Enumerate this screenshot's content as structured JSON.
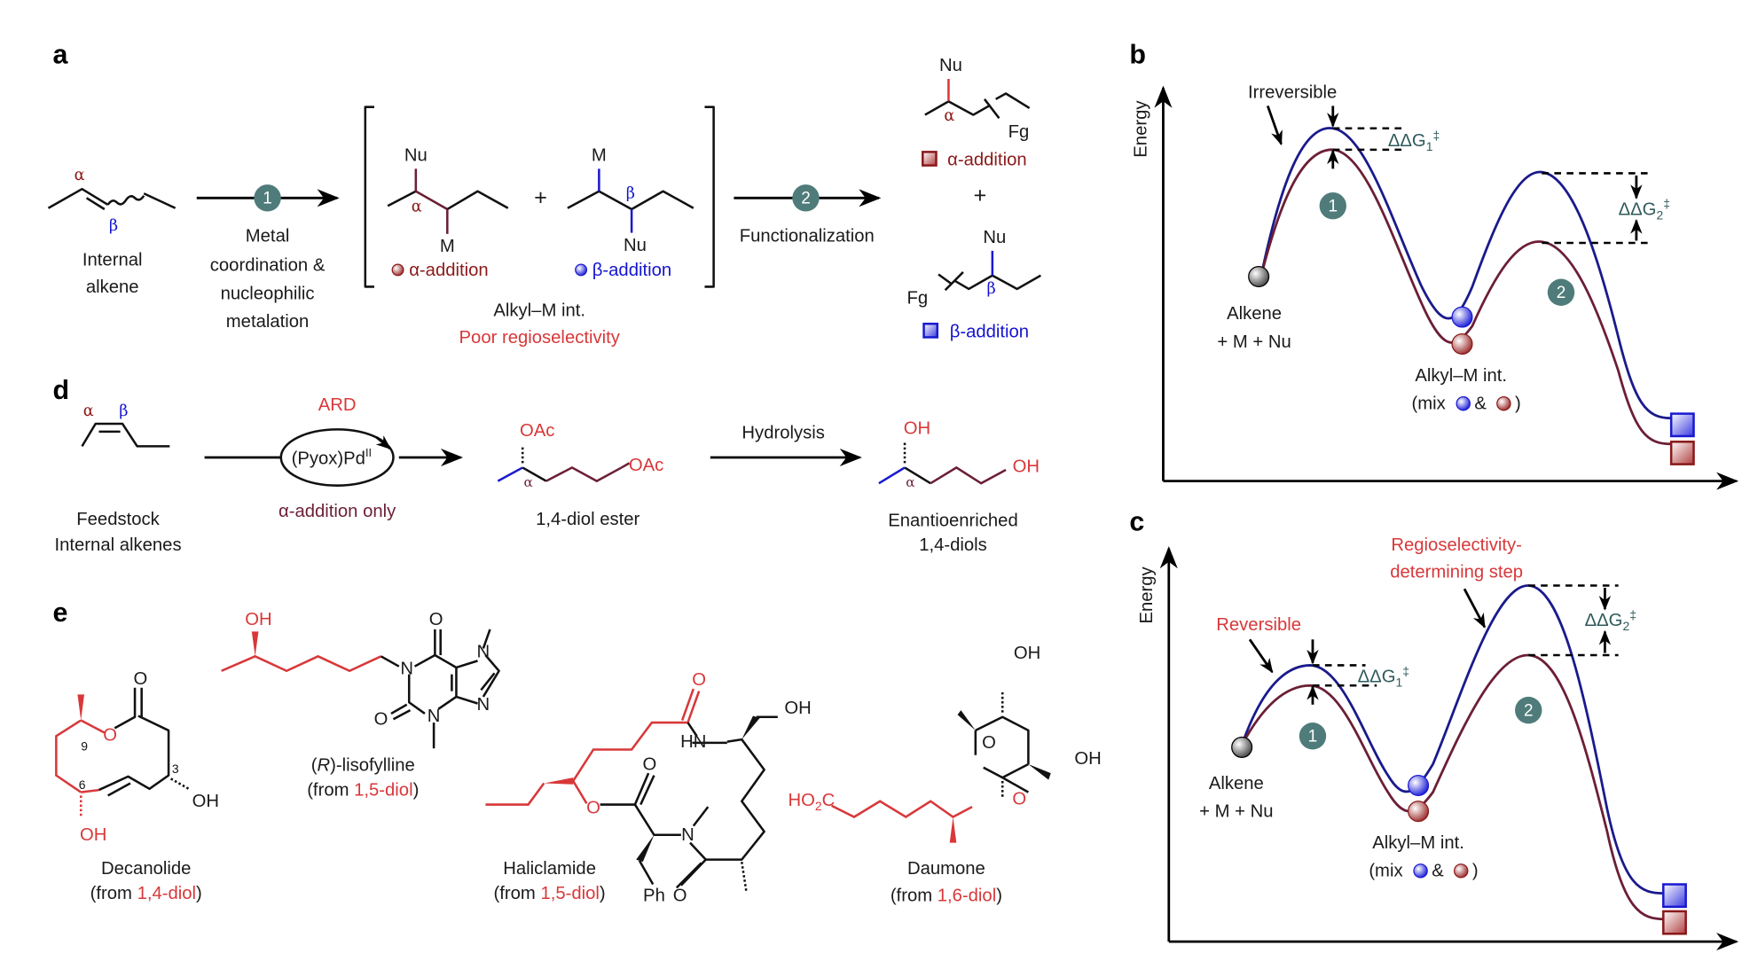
{
  "panels": {
    "a": {
      "label": "a",
      "alpha": "α",
      "beta": "β",
      "start_label_1": "Internal",
      "start_label_2": "alkene",
      "step1_num": "1",
      "step1_label": [
        "Metal",
        "coordination &",
        "nucleophilic",
        "metalation"
      ],
      "nu": "Nu",
      "m": "M",
      "plus": "+",
      "alpha_addition": "α-addition",
      "beta_addition": "β-addition",
      "intermediate_label": "Alkyl–M int.",
      "poor_selectivity": "Poor regioselectivity",
      "step2_num": "2",
      "step2_label": "Functionalization",
      "fg": "Fg"
    },
    "b": {
      "label": "b",
      "y_axis": "Energy",
      "irreversible": "Irreversible",
      "ddg1": "ΔΔG",
      "ddg1_sub": "1",
      "ddg2": "ΔΔG",
      "ddg2_sub": "2",
      "dagger": "‡",
      "step1_num": "1",
      "step2_num": "2",
      "start_1": "Alkene",
      "start_2": "+ M + Nu",
      "int_1": "Alkyl–M int.",
      "int_2_pre": "(mix",
      "int_2_amp": "&",
      "int_2_post": ")"
    },
    "c": {
      "label": "c",
      "y_axis": "Energy",
      "reversible": "Reversible",
      "rds_1": "Regioselectivity-",
      "rds_2": "determining step",
      "ddg1": "ΔΔG",
      "ddg1_sub": "1",
      "ddg2": "ΔΔG",
      "ddg2_sub": "2",
      "dagger": "‡",
      "step1_num": "1",
      "step2_num": "2",
      "start_1": "Alkene",
      "start_2": "+ M + Nu",
      "int_1": "Alkyl–M int.",
      "int_2_pre": "(mix",
      "int_2_amp": "&",
      "int_2_post": ")"
    },
    "d": {
      "label": "d",
      "alpha": "α",
      "beta": "β",
      "feedstock_1": "Feedstock",
      "feedstock_2": "Internal alkenes",
      "ard": "ARD",
      "catalyst": "(Pyox)Pd",
      "catalyst_sup": "II",
      "alpha_only": "α-addition only",
      "oac": "OAc",
      "ester_label": "1,4-diol ester",
      "hydrolysis": "Hydrolysis",
      "oh": "OH",
      "diol_label_1": "Enantioenriched",
      "diol_label_2": "1,4-diols"
    },
    "e": {
      "label": "e",
      "compounds": [
        {
          "name": "Decanolide",
          "from_pre": "(from ",
          "diol": "1,4-diol",
          "from_post": ")"
        },
        {
          "name_pre": "(",
          "name_italic": "R",
          "name": ")-lisofylline",
          "from_pre": "(from ",
          "diol": "1,5-diol",
          "from_post": ")"
        },
        {
          "name": "Haliclamide",
          "from_pre": "(from ",
          "diol": "1,5-diol",
          "from_post": ")"
        },
        {
          "name": "Daumone",
          "from_pre": "(from ",
          "diol": "1,6-diol",
          "from_post": ")"
        }
      ],
      "atoms": {
        "oh": "OH",
        "o": "O",
        "n": "N",
        "hn": "HN",
        "ph": "Ph",
        "ho2c": "HO",
        "two": "2",
        "c": "C",
        "n9": "9",
        "n6": "6",
        "n3": "3"
      }
    }
  },
  "colors": {
    "red": "#d8383a",
    "maroon": "#6b1f35",
    "blue": "#1a1a8c",
    "teal": "#4f7c7a"
  }
}
